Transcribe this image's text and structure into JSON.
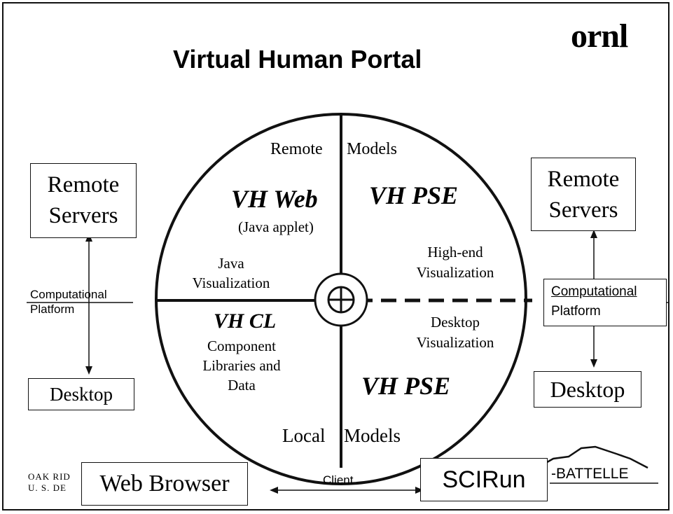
{
  "title": "Virtual Human Portal",
  "logo": "ornl",
  "circle": {
    "remote_models": [
      "Remote",
      "Models"
    ],
    "local_models": [
      "Local",
      "Models"
    ],
    "vh_web": "VH Web",
    "vh_web_sub": "(Java applet)",
    "java_viz": [
      "Java",
      "Visualization"
    ],
    "vh_pse_top": "VH PSE",
    "high_end": [
      "High-end",
      "Visualization"
    ],
    "vh_cl": "VH CL",
    "cl_desc": [
      "Component",
      "Libraries and",
      "Data"
    ],
    "desktop_viz": [
      "Desktop",
      "Visualization"
    ],
    "vh_pse_bottom": "VH PSE"
  },
  "left": {
    "servers": [
      "Remote",
      "Servers"
    ],
    "platform": [
      "Computational",
      "Platform"
    ],
    "desktop": "Desktop"
  },
  "right": {
    "servers": [
      "Remote",
      "Servers"
    ],
    "platform": [
      "Computational",
      "Platform"
    ],
    "desktop": "Desktop"
  },
  "bottom": {
    "footer_left": [
      "OAK RID",
      "U. S. DE"
    ],
    "web_browser": "Web Browser",
    "client": "Client",
    "scirun": "SCIRun",
    "battelle": "-BATTELLE"
  }
}
